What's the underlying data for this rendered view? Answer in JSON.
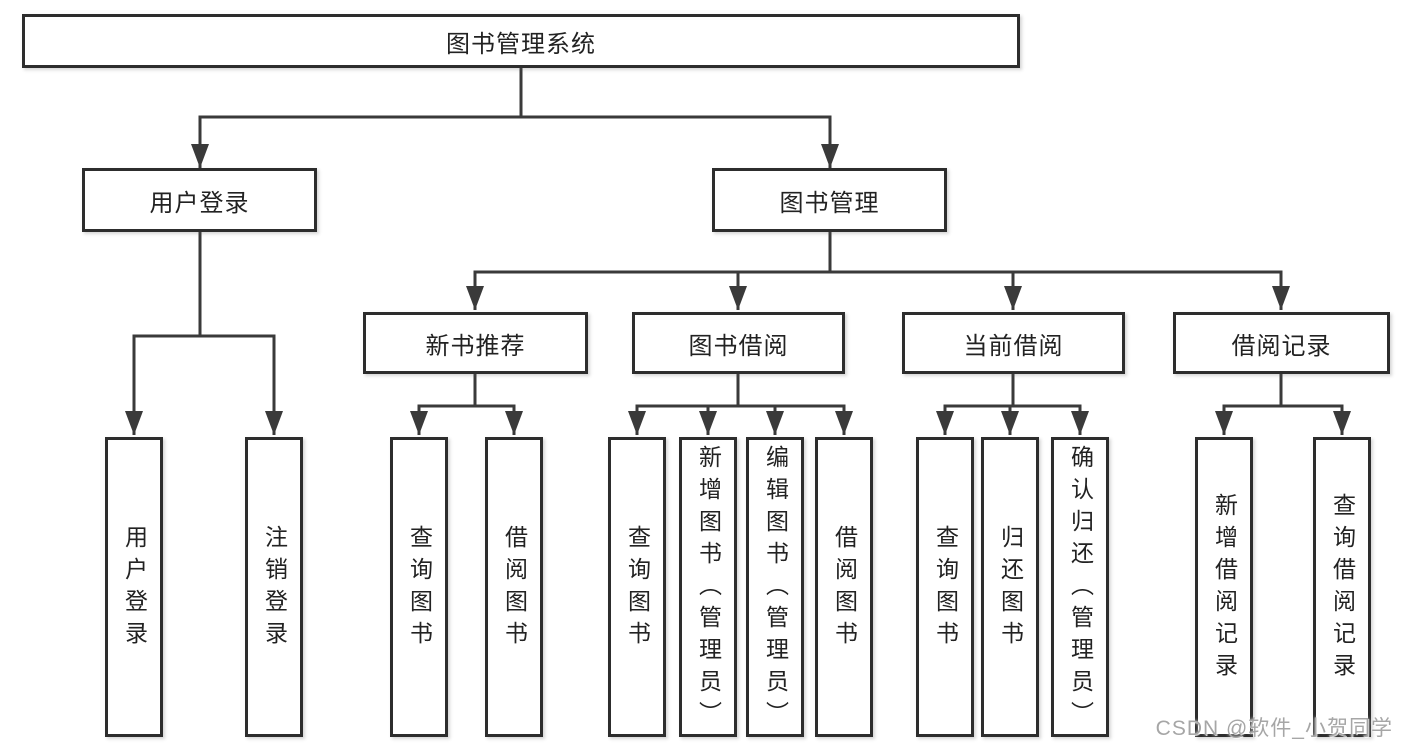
{
  "diagram": {
    "root": {
      "label": "图书管理系统"
    },
    "branches": [
      {
        "label": "用户登录",
        "children": [
          {
            "label": "用户登录"
          },
          {
            "label": "注销登录"
          }
        ]
      },
      {
        "label": "图书管理",
        "children": [
          {
            "label": "新书推荐",
            "children": [
              {
                "label": "查询图书"
              },
              {
                "label": "借阅图书"
              }
            ]
          },
          {
            "label": "图书借阅",
            "children": [
              {
                "label": "查询图书"
              },
              {
                "label": "新增图书（管理员）"
              },
              {
                "label": "编辑图书（管理员）"
              },
              {
                "label": "借阅图书"
              }
            ]
          },
          {
            "label": "当前借阅",
            "children": [
              {
                "label": "查询图书"
              },
              {
                "label": "归还图书"
              },
              {
                "label": "确认归还（管理员）"
              }
            ]
          },
          {
            "label": "借阅记录",
            "children": [
              {
                "label": "新增借阅记录"
              },
              {
                "label": "查询借阅记录"
              }
            ]
          }
        ]
      }
    ]
  },
  "watermark": {
    "text": "CSDN @软件_小贺同学"
  },
  "colors": {
    "line": "#3a3a3a",
    "border": "#2d2d2d",
    "text": "#222222",
    "background": "#ffffff",
    "watermark": "#a6a6a6"
  }
}
